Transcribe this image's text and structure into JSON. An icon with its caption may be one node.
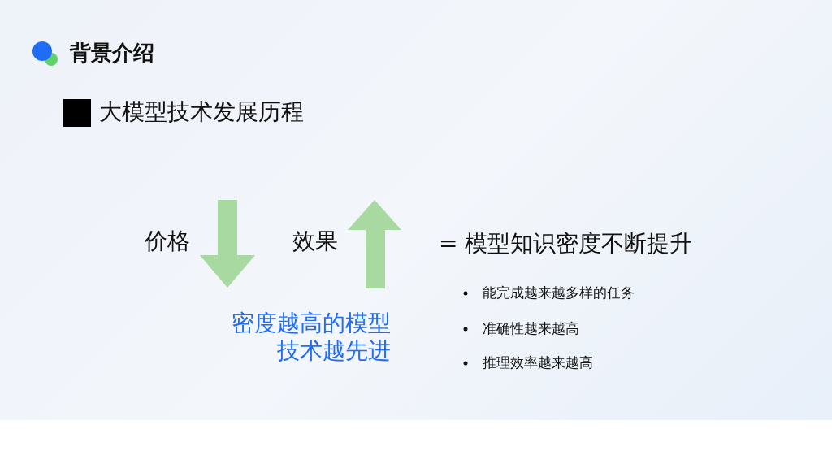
{
  "diagram": {
    "title": "背景介绍",
    "labels": [
      "大模型技术发展历程",
      "价格",
      "效果",
      "= 模型知识密度不断提升",
      "能完成越来越多样的任务",
      "密度越高的模型技术越先进",
      "准确性越来越高",
      "推理效率越来越高"
    ]
  }
}
